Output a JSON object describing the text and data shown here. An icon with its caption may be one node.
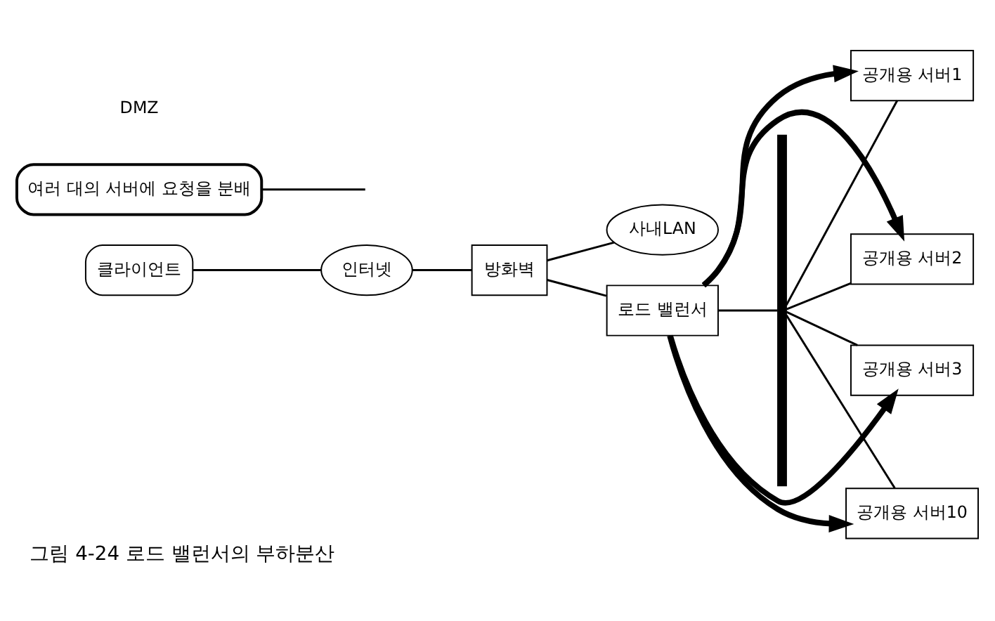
{
  "diagram": {
    "caption": "그림 4-24 로드 밸런서의 부하분산",
    "nodes": [
      {
        "text": [
          "클라이언트"
        ]
      },
      {
        "text": [
          "인터넷"
        ]
      },
      {
        "text": [
          "방화벽"
        ]
      },
      {
        "text": [
          "사내LAN"
        ]
      },
      {
        "text": [
          "로드 밸런서"
        ]
      },
      {
        "text": [],
        "shape": "bar"
      },
      {
        "text": [
          "공개용 서버1"
        ]
      },
      {
        "text": [
          "공개용 서버2"
        ]
      },
      {
        "text": [
          "공개용 서버3"
        ]
      },
      {
        "text": [
          "공개용 서버10"
        ]
      },
      {
        "text": [
          "여러 대의 서버에 요청을 분배"
        ]
      }
    ],
    "edges": [
      {
        "from": 0,
        "to": 1,
        "arrow": "none"
      },
      {
        "from": 1,
        "to": 2,
        "arrow": "none"
      },
      {
        "from": 2,
        "to": 3,
        "arrow": "none"
      },
      {
        "from": 2,
        "to": 4,
        "arrow": "none"
      },
      {
        "from": 4,
        "to": 5,
        "arrow": "none"
      },
      {
        "from": 5,
        "to": 6,
        "arrow": "none"
      },
      {
        "from": 5,
        "to": 7,
        "arrow": "none"
      },
      {
        "from": 5,
        "to": 8,
        "arrow": "none"
      },
      {
        "from": 5,
        "to": 9,
        "arrow": "none"
      },
      {
        "from": 4,
        "to": 6,
        "arrow": "to",
        "style": "thick"
      },
      {
        "from": 4,
        "to": 7,
        "arrow": "to",
        "style": "thick"
      },
      {
        "from": 4,
        "to": 8,
        "arrow": "to",
        "style": "thick"
      },
      {
        "from": 4,
        "to": 9,
        "arrow": "to",
        "style": "thick"
      },
      {
        "from": 10,
        "to": null,
        "arrow": "none"
      }
    ],
    "labels": [
      "DMZ"
    ]
  }
}
